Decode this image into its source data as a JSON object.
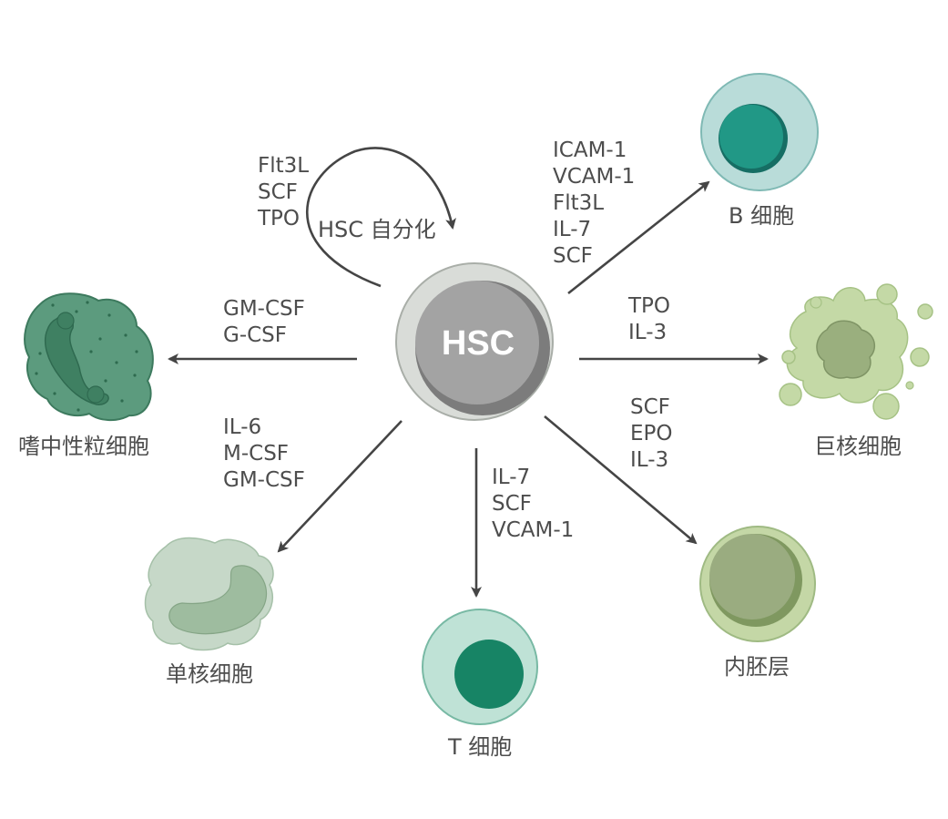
{
  "center": {
    "label": "HSC"
  },
  "self_renewal": {
    "label": "HSC 自分化",
    "factors": [
      "Flt3L",
      "SCF",
      "TPO"
    ]
  },
  "branches": [
    {
      "id": "b-cell",
      "label": "B 细胞",
      "factors": [
        "ICAM-1",
        "VCAM-1",
        "Flt3L",
        "IL-7",
        "SCF"
      ]
    },
    {
      "id": "megakaryocyte",
      "label": "巨核细胞",
      "factors": [
        "TPO",
        "IL-3"
      ]
    },
    {
      "id": "endoderm",
      "label": "内胚层",
      "factors": [
        "SCF",
        "EPO",
        "IL-3"
      ]
    },
    {
      "id": "t-cell",
      "label": "T 细胞",
      "factors": [
        "IL-7",
        "SCF",
        "VCAM-1"
      ]
    },
    {
      "id": "monocyte",
      "label": "单核细胞",
      "factors": [
        "IL-6",
        "M-CSF",
        "GM-CSF"
      ]
    },
    {
      "id": "neutrophil",
      "label": "嗜中性粒细胞",
      "factors": [
        "GM-CSF",
        "G-CSF"
      ]
    }
  ],
  "colors": {
    "text": "#4d4d4d",
    "arrow": "#454545",
    "hsc_outer": "#d9dcd8",
    "hsc_inner": "#a3a3a3",
    "b_cell": "#b9dcd9",
    "t_cell": "#bfe2d6",
    "megakaryocyte": "#c3d8a5",
    "endoderm": "#c4d7a6",
    "monocyte": "#c6d8c8",
    "neutrophil": "#5c9b7e"
  }
}
